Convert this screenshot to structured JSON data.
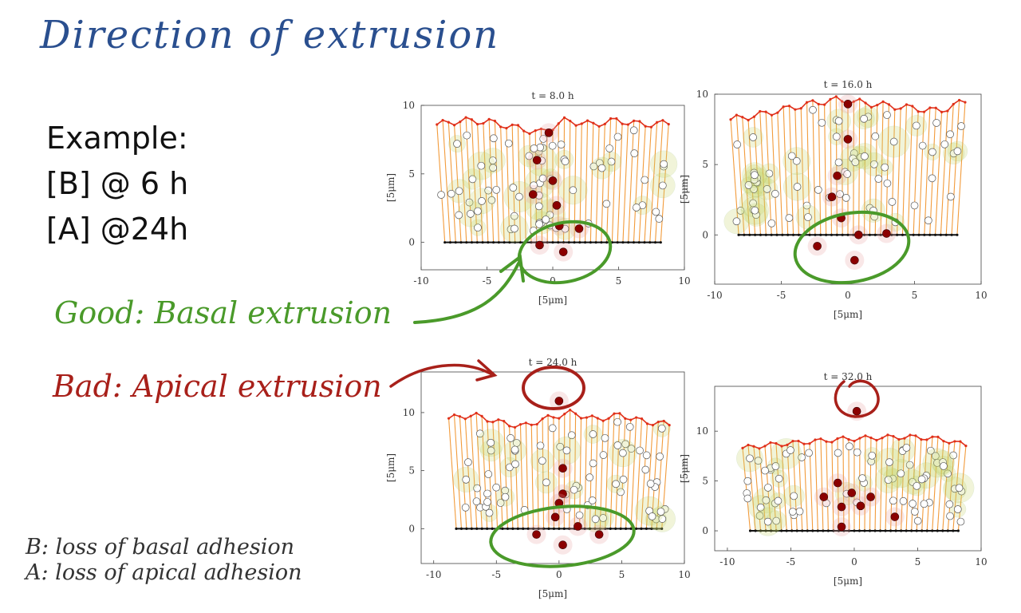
{
  "title": "Direction of extrusion",
  "example": {
    "heading": "Example:",
    "line_b": "[B] @ 6 h",
    "line_a": "[A] @24h"
  },
  "good_label": "Good: Basal extrusion",
  "bad_label": "Bad: Apical extrusion",
  "legend": {
    "b": "B: loss of basal adhesion",
    "a": "A: loss of apical adhesion"
  },
  "colors": {
    "title": "#2a4f8f",
    "good": "#4a9a2a",
    "bad": "#a8201a",
    "apical_line": "#e0301a",
    "fiber": "#f08a1a",
    "cell_fill": "#c8d66a",
    "extruded": "#8b0000",
    "basal": "#111111"
  },
  "chart_data": [
    {
      "type": "scatter",
      "title": "t = 8.0 h",
      "xlabel": "[5μm]",
      "ylabel": "[5μm]",
      "xlim": [
        -10,
        10
      ],
      "ylim": [
        -2,
        10
      ],
      "xticks": [
        "-10",
        "-5",
        "0",
        "5",
        "10"
      ],
      "yticks": [
        "0",
        "5",
        "10"
      ],
      "extruded_cells": [
        [
          -1.2,
          6.0
        ],
        [
          -0.3,
          8.0
        ],
        [
          0.0,
          4.5
        ],
        [
          -1.5,
          3.5
        ],
        [
          0.3,
          2.7
        ],
        [
          0.5,
          1.2
        ],
        [
          2.0,
          1.0
        ],
        [
          -1.0,
          -0.2
        ],
        [
          0.8,
          -0.7
        ]
      ],
      "annotation": "basal"
    },
    {
      "type": "scatter",
      "title": "t = 16.0 h",
      "xlabel": "[5μm]",
      "ylabel": "[5μm]",
      "xlim": [
        -10,
        10
      ],
      "ylim": [
        -3.5,
        10
      ],
      "xticks": [
        "-10",
        "-5",
        "0",
        "5",
        "10"
      ],
      "yticks": [
        "0",
        "5",
        "10"
      ],
      "extruded_cells": [
        [
          0.0,
          9.3
        ],
        [
          0.0,
          6.8
        ],
        [
          -0.8,
          4.2
        ],
        [
          -1.2,
          2.7
        ],
        [
          -0.5,
          1.2
        ],
        [
          0.8,
          0.0
        ],
        [
          2.9,
          0.1
        ],
        [
          -2.3,
          -0.8
        ],
        [
          0.5,
          -1.8
        ]
      ],
      "annotation": "basal"
    },
    {
      "type": "scatter",
      "title": "t = 24.0 h",
      "xlabel": "[5μm]",
      "ylabel": "[5μm]",
      "xlim": [
        -11,
        10
      ],
      "ylim": [
        -3,
        13.5
      ],
      "xticks": [
        "-10",
        "-5",
        "0",
        "5",
        "10"
      ],
      "yticks": [
        "0",
        "5",
        "10"
      ],
      "extruded_cells": [
        [
          0.0,
          11.0
        ],
        [
          0.3,
          5.2
        ],
        [
          0.3,
          3.0
        ],
        [
          0.0,
          2.2
        ],
        [
          -1.8,
          -0.5
        ],
        [
          0.3,
          -1.4
        ],
        [
          1.5,
          0.2
        ],
        [
          3.2,
          -0.5
        ],
        [
          -0.3,
          1.0
        ]
      ],
      "annotation": "apical"
    },
    {
      "type": "scatter",
      "title": "t = 32.0 h",
      "xlabel": "[5μm]",
      "ylabel": "[5μm]",
      "xlim": [
        -11,
        10
      ],
      "ylim": [
        -2,
        14.5
      ],
      "xticks": [
        "-10",
        "-5",
        "0",
        "5",
        "10"
      ],
      "yticks": [
        "0",
        "5",
        "10"
      ],
      "extruded_cells": [
        [
          0.2,
          12.0
        ],
        [
          -1.3,
          4.8
        ],
        [
          -0.2,
          3.8
        ],
        [
          1.3,
          3.4
        ],
        [
          -2.4,
          3.4
        ],
        [
          -1.0,
          2.4
        ],
        [
          0.5,
          2.5
        ],
        [
          3.2,
          1.4
        ],
        [
          -1.0,
          0.4
        ]
      ],
      "annotation": "apical"
    }
  ]
}
